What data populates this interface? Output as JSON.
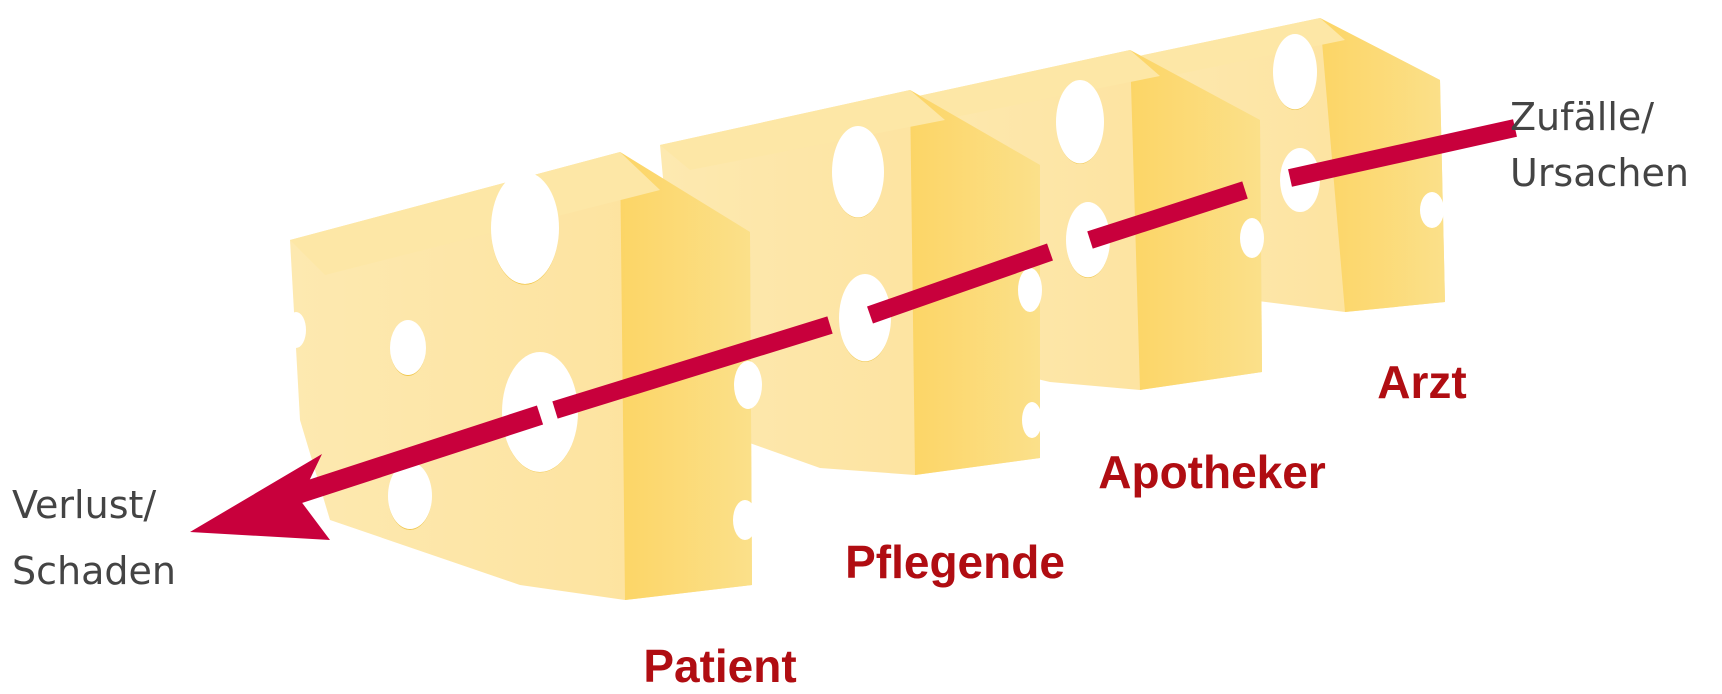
{
  "diagram": {
    "type": "swiss-cheese-model",
    "layers": [
      {
        "id": "patient",
        "label": "Patient"
      },
      {
        "id": "pflegende",
        "label": "Pflegende"
      },
      {
        "id": "apotheker",
        "label": "Apotheker"
      },
      {
        "id": "arzt",
        "label": "Arzt"
      }
    ],
    "start_label_lines": [
      "Zufälle/",
      "Ursachen"
    ],
    "end_label_lines": [
      "Verlust/",
      "Schaden"
    ]
  },
  "colors": {
    "cheese_front": "#fde6a3",
    "cheese_side": "#fbd867",
    "cheese_top": "#fcdc7a",
    "hole_shadow": "#f0c64a",
    "arrow": "#c8003c",
    "layer_label": "#b00d12",
    "end_label": "#444444"
  }
}
